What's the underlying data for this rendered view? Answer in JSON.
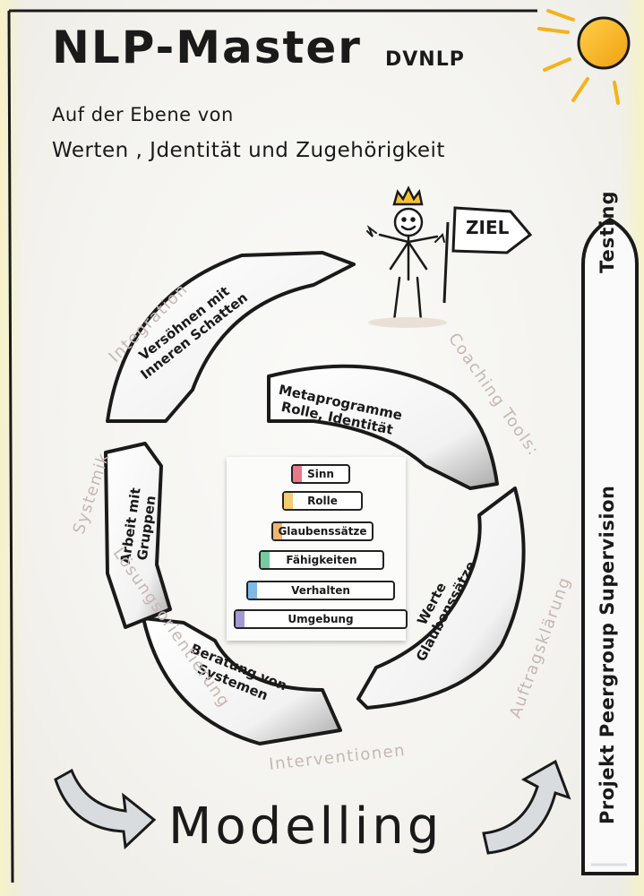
{
  "header": {
    "title": "NLP-Master",
    "org": "DVNLP",
    "subtitle_line1": "Auf der Ebene von",
    "subtitle_line2": "Werten , Jdentität und Zugehörigkeit"
  },
  "goal_sign": "ZIEL",
  "cycle_arrows": [
    {
      "line1": "Versöhnen mit",
      "line2": "Inneren Schatten"
    },
    {
      "line1": "Metaprogramme",
      "line2": "Rolle, Identität"
    },
    {
      "line1": "Werte",
      "line2": "Glaubenssätze"
    },
    {
      "line1": "Beratung von",
      "line2": "Systemen"
    },
    {
      "line1": "Arbeit mit",
      "line2": "Gruppen"
    }
  ],
  "logical_levels": [
    {
      "label": "Sinn",
      "color": "#e2586b"
    },
    {
      "label": "Rolle",
      "color": "#f2c14b"
    },
    {
      "label": "Glaubenssätze",
      "color": "#f0a34a"
    },
    {
      "label": "Fähigkeiten",
      "color": "#4fbf86"
    },
    {
      "label": "Verhalten",
      "color": "#5fa8e0"
    },
    {
      "label": "Umgebung",
      "color": "#8c7fc8"
    }
  ],
  "outer_labels": {
    "integration": "Integration",
    "systemik": "Systemik",
    "coaching_tools": "Coaching Tools:",
    "auftragsklaerung": "Auftragsklärung",
    "interventionen": "Interventionen",
    "loesungsorientierung": "Lösungsorientierung"
  },
  "bottom_label": "Modelling",
  "side_labels": {
    "top": "Testing",
    "bottom": "Projekt Peergroup Supervision"
  },
  "colors": {
    "sun": "#f5b21a",
    "ink": "#1a1a1a",
    "ghost_text": "#c6b7b2"
  }
}
